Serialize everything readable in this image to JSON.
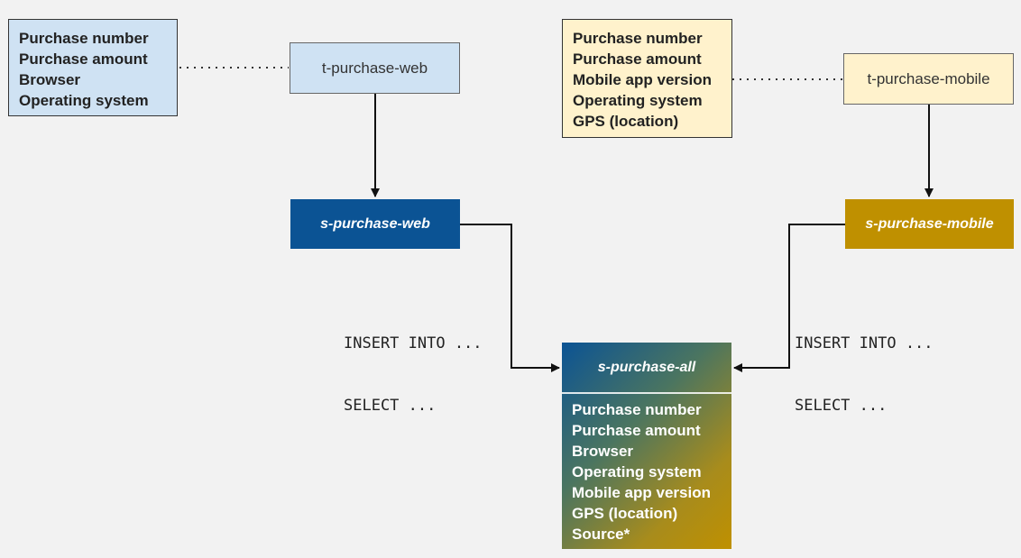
{
  "web": {
    "fields": [
      "Purchase number",
      "Purchase  amount",
      "Browser",
      "Operating system"
    ],
    "topic": "t-purchase-web",
    "stream": "s-purchase-web",
    "code": [
      "INSERT INTO ...",
      "SELECT ..."
    ]
  },
  "mobile": {
    "fields": [
      "Purchase number",
      "Purchase amount",
      "Mobile app version",
      "Operating system",
      "GPS (location)"
    ],
    "topic": "t-purchase-mobile",
    "stream": "s-purchase-mobile",
    "code": [
      "INSERT INTO ...",
      "SELECT ..."
    ]
  },
  "all": {
    "stream": "s-purchase-all",
    "fields": [
      "Purchase number",
      "Purchase  amount",
      "Browser",
      "Operating system",
      "Mobile app version",
      "GPS (location)",
      "Source*"
    ]
  },
  "colors": {
    "web_light": "#cfe2f3",
    "mobile_light": "#fff2cc",
    "web_dark": "#0b5394",
    "mobile_dark": "#bf9000"
  }
}
